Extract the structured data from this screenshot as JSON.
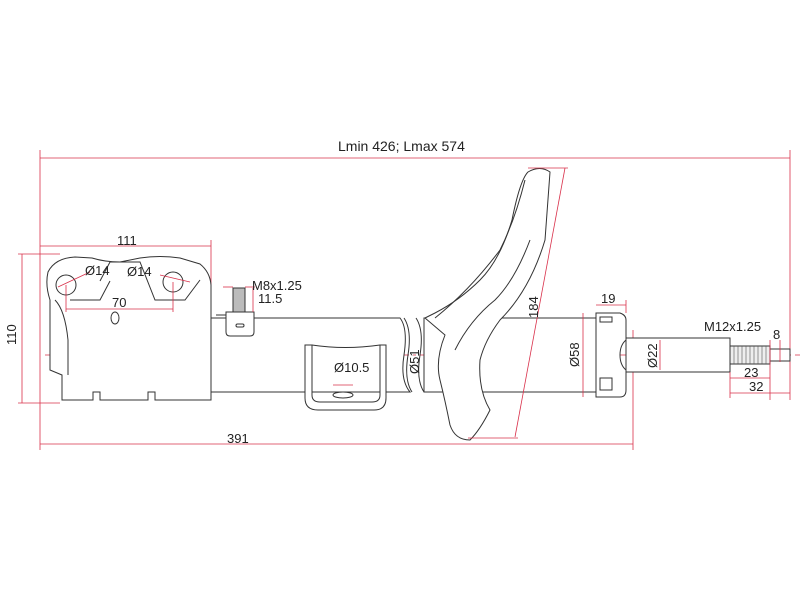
{
  "drawing": {
    "title_dimension": "Lmin 426; Lmax 574",
    "colors": {
      "dimension_lines": "#d9304a",
      "outline": "#333333",
      "background": "#ffffff"
    },
    "dimensions": {
      "bracket_width": "111",
      "bracket_height": "110",
      "hole_left": "Ø14",
      "hole_right": "Ø14",
      "hole_spacing": "70",
      "bolt_thread": "M8x1.25",
      "bolt_length": "11.5",
      "bracket_hole": "Ø10.5",
      "body_diameter": "Ø51",
      "spring_seat_height": "184",
      "upper_tube_diameter": "Ø58",
      "cap_length": "19",
      "rod_diameter": "Ø22",
      "rod_thread": "M12x1.25",
      "tip_length": "8",
      "thread_length": "23",
      "rod_end_length": "32",
      "overall_length": "391"
    }
  }
}
